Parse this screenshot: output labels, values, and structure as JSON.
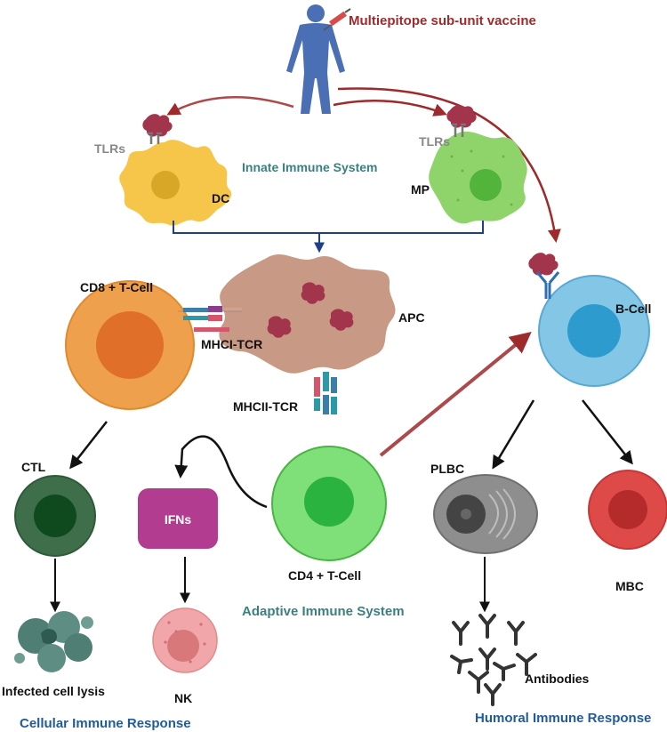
{
  "title": "Multiepitope sub-unit vaccine",
  "labels": {
    "tlrs_left": "TLRs",
    "tlrs_right": "TLRs",
    "innate": "Innate Immune System",
    "dc": "DC",
    "mp": "MP",
    "cd8": "CD8 + T-Cell",
    "apc": "APC",
    "mhci": "MHCI-TCR",
    "bcell": "B-Cell",
    "mhcii": "MHCII-TCR",
    "ctl": "CTL",
    "ifns": "IFNs",
    "cd4": "CD4 + T-Cell",
    "plbc": "PLBC",
    "mbc": "MBC",
    "nk": "NK",
    "adaptive": "Adaptive Immune System",
    "infected": "Infected cell lysis",
    "antibodies": "Antibodies",
    "cellular": "Cellular Immune Response",
    "humoral": "Humoral Immune Response"
  },
  "colors": {
    "dark_red": "#9e2a2b",
    "navy": "#1f3f8a",
    "teal": "#3d7f7f",
    "blue": "#1f5c99",
    "human": "#4a6fb5",
    "antigen": "#a2344b",
    "dc": "#f6c64a",
    "mp": "#8fd46a",
    "apc": "#c89a85",
    "cd8": "#eea04c",
    "bcell": "#83c6e6",
    "cd4": "#7fe07a",
    "ctl": "#3e6e4a",
    "ifns": "#b23c8f",
    "nk": "#f1a7a9",
    "mbc": "#de4a48",
    "plbc": "#8e8e8e"
  }
}
